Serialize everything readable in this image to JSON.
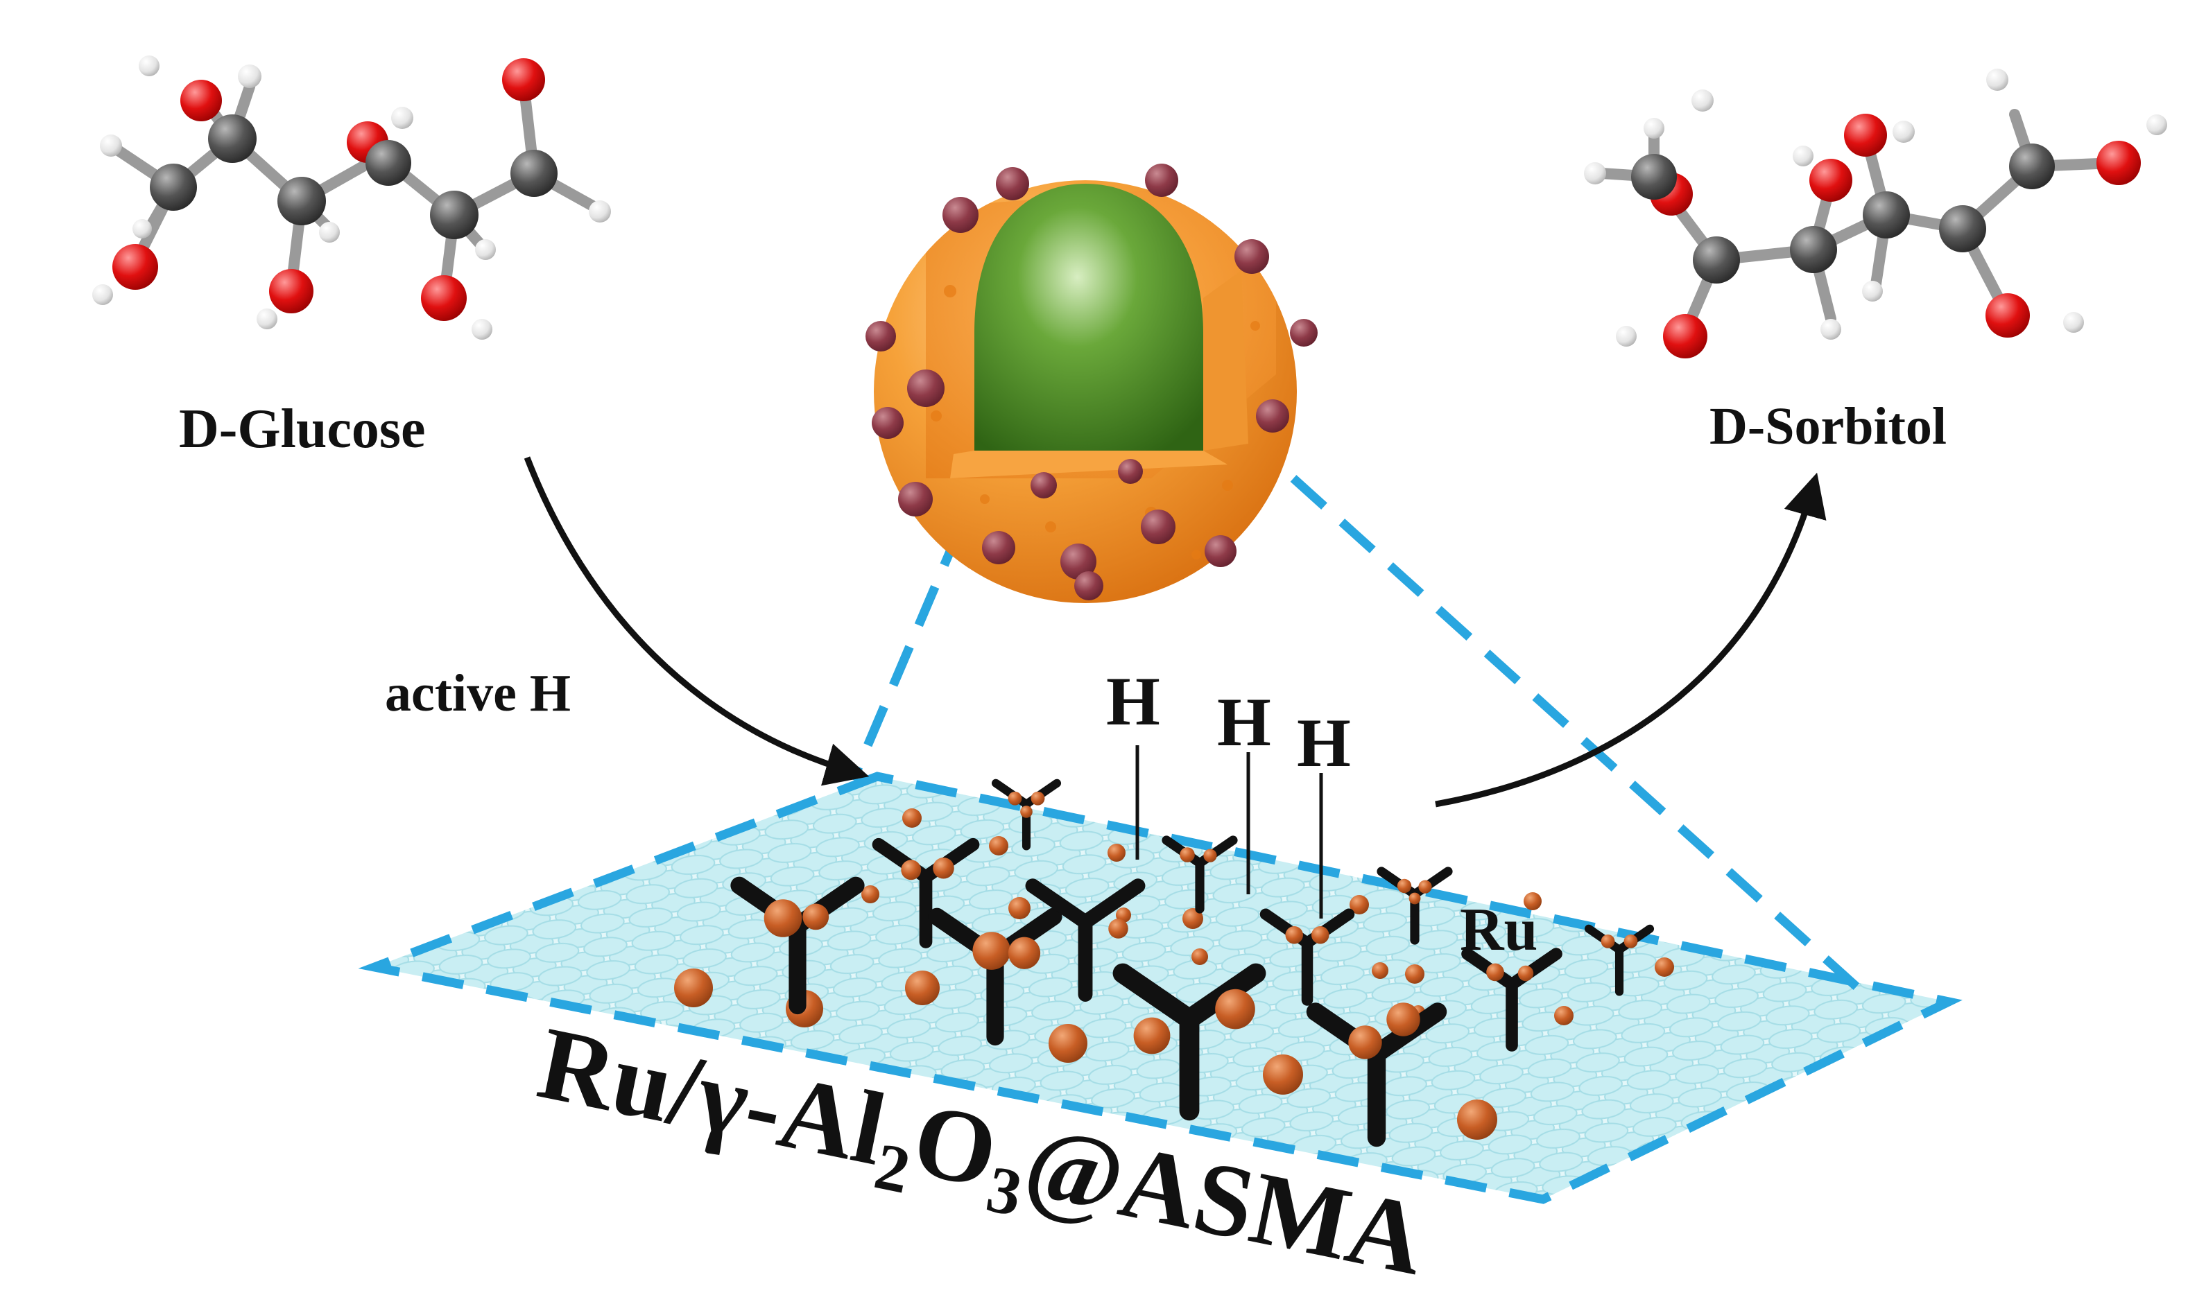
{
  "labels": {
    "reactant": "D-Glucose",
    "product": "D-Sorbitol",
    "process": "active H",
    "atom_h": "H",
    "metal": "Ru",
    "catalyst_main": "Ru/γ-Al",
    "catalyst_sub1": "2",
    "catalyst_mid": "O",
    "catalyst_sub2": "3",
    "catalyst_tail": "@ASMA"
  },
  "colors": {
    "carbon": "#4a4a4a",
    "oxygen": "#e01010",
    "hydrogen": "#e8e8e8",
    "shell": "#f39a2e",
    "core": "#4c8a25",
    "particle": "#8e3a48",
    "ru_dot": "#c05a22",
    "support_grid": "#bfeaf0",
    "dash": "#29a6e0",
    "ligand": "#111111"
  },
  "icons": {
    "glucose": "ball-and-stick-molecule-icon",
    "sorbitol": "ball-and-stick-molecule-icon",
    "catalyst": "core-shell-sphere-icon",
    "surface": "porous-support-surface-icon",
    "active_site": "y-shaped-ligand-icon"
  }
}
